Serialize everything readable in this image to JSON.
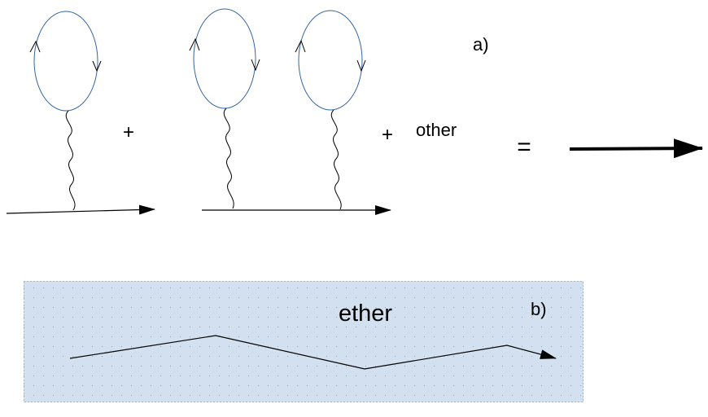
{
  "panel_a": {
    "label": "a)",
    "plus_1": "+",
    "plus_2": "+",
    "other_text": "other",
    "equals": "="
  },
  "panel_b": {
    "label": "b)",
    "ether_text": "ether"
  },
  "colors": {
    "loop_stroke": "#3465a4",
    "line_stroke": "#000000",
    "ether_fill": "#d3e0ef",
    "ether_border": "#8a8a8a"
  }
}
